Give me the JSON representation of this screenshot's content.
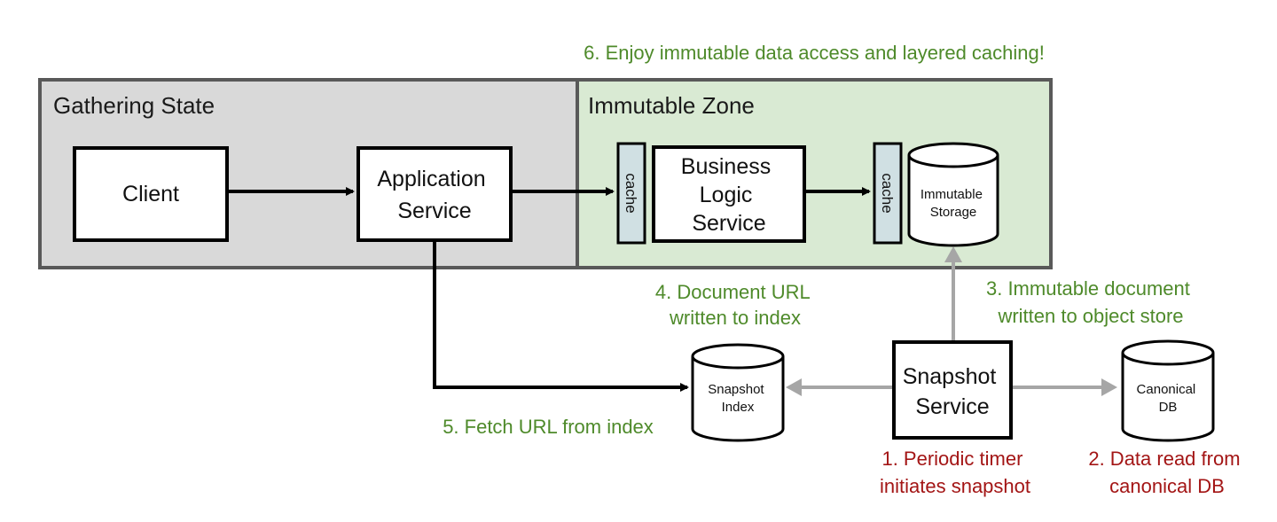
{
  "colors": {
    "gathering_zone_fill": "#d9d9d9",
    "immutable_zone_fill": "#d9ead3",
    "zone_border": "#595959",
    "cache_fill": "#d0e0e3",
    "arrow_black": "#000000",
    "arrow_gray": "#a6a6a6",
    "note_green": "#4e8a2a",
    "note_red": "#a31515"
  },
  "zones": {
    "gathering": {
      "title": "Gathering State"
    },
    "immutable": {
      "title": "Immutable Zone"
    }
  },
  "nodes": {
    "client": {
      "lines": [
        "Client"
      ]
    },
    "application_service": {
      "lines": [
        "Application",
        "Service"
      ]
    },
    "business_logic_service": {
      "lines": [
        "Business",
        "Logic",
        "Service"
      ]
    },
    "cache_1": {
      "label": "cache"
    },
    "cache_2": {
      "label": "cache"
    },
    "immutable_storage": {
      "lines": [
        "Immutable",
        "Storage"
      ]
    },
    "snapshot_index": {
      "lines": [
        "Snapshot",
        "Index"
      ]
    },
    "snapshot_service": {
      "lines": [
        "Snapshot",
        "Service"
      ]
    },
    "canonical_db": {
      "lines": [
        "Canonical",
        "DB"
      ]
    }
  },
  "annotations": {
    "step1": {
      "lines": [
        "1. Periodic timer",
        "initiates snapshot"
      ]
    },
    "step2": {
      "lines": [
        "2. Data read from",
        "canonical DB"
      ]
    },
    "step3": {
      "lines": [
        "3. Immutable document",
        "written to object store"
      ]
    },
    "step4": {
      "lines": [
        "4. Document URL",
        "written to index"
      ]
    },
    "step5": {
      "lines": [
        "5. Fetch URL from index"
      ]
    },
    "step6": {
      "lines": [
        "6. Enjoy immutable data access and layered caching!"
      ]
    }
  }
}
